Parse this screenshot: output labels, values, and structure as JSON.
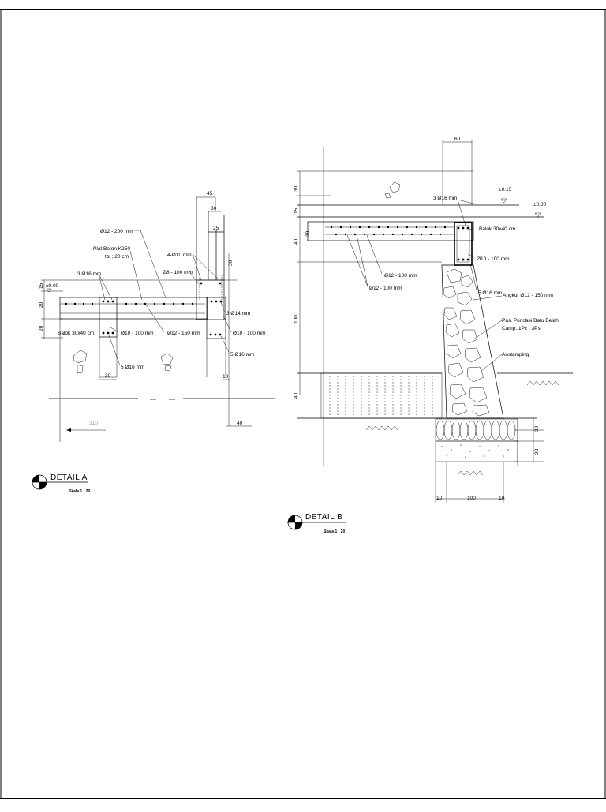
{
  "detail_a": {
    "title": "DETAIL A",
    "scale": "Skala 1 : 20",
    "labels": {
      "d12_200": "Ø12 - 200 mm",
      "plat_beton": "Plat Beton K250",
      "tbl": "tbl ; 20 cm",
      "d16_3": "3 Ø16 mm",
      "level": "±0.00",
      "d10_4": "4-Ø10 mm",
      "d8_100": "Ø8 - 100 mm",
      "d14_3": "3 Ø14 mm",
      "d10_100_r": "Ø10 - 100 mm",
      "d16_5_r": "5 Ø16 mm",
      "balok": "Balok 30x40 cm",
      "d10_100": "Ø10 - 100 mm",
      "d12_150": "Ø12 - 150 mm",
      "d16_5": "5 Ø16 mm"
    },
    "dims": {
      "d45": "45",
      "d30t": "30",
      "d25": "25",
      "d30v": "30",
      "d15": "15",
      "d20a": "20",
      "d20b": "20",
      "d30b": "30",
      "d10": "10",
      "d40": "40",
      "d210": "210"
    }
  },
  "detail_b": {
    "title": "DETAIL B",
    "scale": "Skala 1 : 20",
    "labels": {
      "d16_3": "3 Ø16 mm",
      "level_015": "±0.15",
      "level_000": "±0.00",
      "balok": "Balok 30x40 cm",
      "d10_100": "Ø10 - 100 mm",
      "d12_100a": "Ø12 - 100 mm",
      "d12_100b": "Ø12 - 100 mm",
      "d16_5": "5 Ø16 mm",
      "angkur": "Angkur Ø12 - 150 mm",
      "pas1": "Pas. Pondasi Batu Belah",
      "pas2": "Camp. 1Pc ; 3Ps",
      "anstamping": "Anstamping"
    },
    "dims": {
      "d60": "60",
      "d30": "30",
      "d15": "15",
      "d20": "20",
      "d40a": "40",
      "d100v": "100",
      "d40b": "40",
      "d20r1": "20",
      "d20r2": "20",
      "d10l": "10",
      "d100": "100",
      "d10r": "10"
    }
  }
}
